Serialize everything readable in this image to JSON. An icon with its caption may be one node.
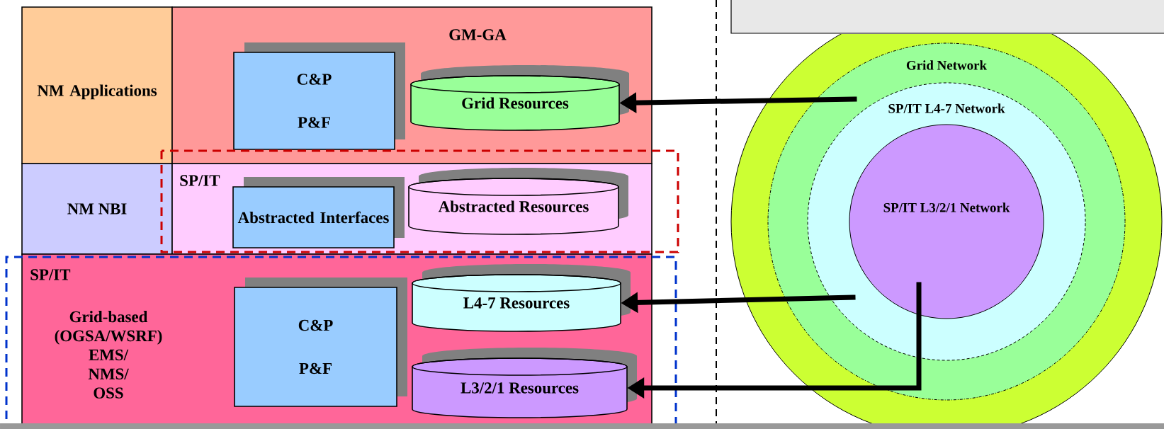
{
  "diagram": {
    "nodes": [
      {
        "text": [
          "NM Applications"
        ]
      },
      {
        "text": [
          "GM-GA"
        ]
      },
      {
        "text": [
          "C&P",
          "P&F"
        ],
        "in": 1
      },
      {
        "text": [
          "Grid Resources"
        ],
        "in": 1
      },
      {
        "text": [
          "NM NBI"
        ]
      },
      {
        "text": [
          "SP/IT"
        ]
      },
      {
        "text": [
          "Abstracted Interfaces"
        ],
        "in": 5
      },
      {
        "text": [
          "Abstracted Resources"
        ],
        "in": 5
      },
      {
        "text": [
          "SP/IT",
          "Grid-based (OGSA/WSRF) EMS/ NMS/ OSS"
        ]
      },
      {
        "text": [
          "C&P",
          "P&F"
        ],
        "in": 8
      },
      {
        "text": [
          "L4-7 Resources"
        ],
        "in": 8
      },
      {
        "text": [
          "L3/2/1 Resources"
        ],
        "in": 8
      },
      {
        "text": [],
        "shape": "circle"
      },
      {
        "text": [
          "Grid Network"
        ],
        "in": 12
      },
      {
        "text": [
          "SP/IT L4-7 Network"
        ],
        "in": 13
      },
      {
        "text": [
          "SP/IT L3/2/1 Network"
        ],
        "in": 14
      }
    ],
    "edges": [
      {
        "from": 13,
        "to": 3,
        "arrow": "to"
      },
      {
        "from": 14,
        "to": 10,
        "arrow": "to"
      },
      {
        "from": 15,
        "to": 11,
        "arrow": "to"
      }
    ]
  }
}
